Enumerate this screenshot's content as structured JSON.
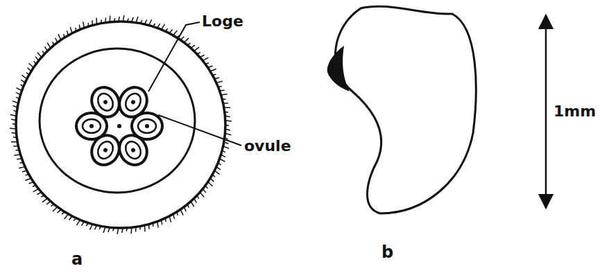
{
  "diagram": {
    "labels": [
      "Loge",
      "ovule",
      "1mm",
      "a",
      "b"
    ]
  }
}
